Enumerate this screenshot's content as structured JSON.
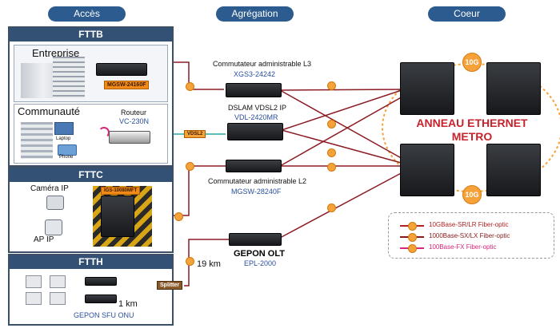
{
  "headers": {
    "acces": "Accès",
    "agregation": "Agrégation",
    "coeur": "Coeur"
  },
  "panels": {
    "fttb": "FTTB",
    "fttc": "FTTC",
    "ftth": "FTTH"
  },
  "fttb": {
    "entreprise": "Entreprise",
    "communaute": "Communauté",
    "switch_tag": "MGSW-24160F",
    "routeur": "Routeur",
    "routeur_model": "VC-230N",
    "laptop": "Laptop",
    "phone": "Phone",
    "vdsl2": "VDSL2"
  },
  "fttc": {
    "camera": "Caméra IP",
    "ap": "AP IP",
    "switch_tag": "IGS-10080MFT"
  },
  "ftth": {
    "onu": "GEPON SFU ONU",
    "splitter": "Splitter",
    "km1": "1 km",
    "km19": "19 km"
  },
  "aggregation": {
    "l3_name": "Commutateur administrable L3",
    "l3_model": "XGS3-24242",
    "dslam_name": "DSLAM VDSL2 IP",
    "dslam_model": "VDL-2420MR",
    "l2_name": "Commutateur administrable L2",
    "l2_model": "MGSW-28240F",
    "olt_name": "GEPON OLT",
    "olt_model": "EPL-2000"
  },
  "core": {
    "ring_line1": "ANNEAU ETHERNET",
    "ring_line2": "METRO",
    "badge": "10G"
  },
  "legend": [
    {
      "label": "10GBase-SR/LR Fiber-optic",
      "color": "#b22222"
    },
    {
      "label": "1000Base-SX/LX Fiber-optic",
      "color": "#8a1a1a"
    },
    {
      "label": "100Base-FX Fiber-optic",
      "color": "#d6287a"
    }
  ],
  "colors": {
    "header_bg": "#2c5b8f",
    "panel_bar": "#335174",
    "ring_red": "#c8232c",
    "fiber_dark": "#8b1c24",
    "fiber_pink": "#e0308a",
    "orange": "#f4a23a"
  }
}
